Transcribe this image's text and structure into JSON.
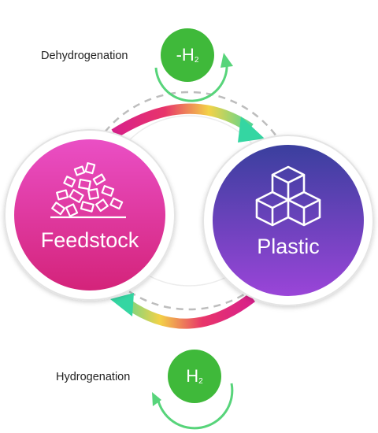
{
  "colors": {
    "feedstock_top": "#ea4fc5",
    "feedstock_bottom": "#d4237a",
    "plastic_top": "#3a3f9e",
    "plastic_bottom": "#9a45d8",
    "badge_green": "#3fb93a",
    "arrow_green": "#57d47a",
    "arrow_teal": "#34d6a2",
    "arrow_pink": "#e3256c",
    "arrow_yellow": "#f3d247"
  },
  "nodes": {
    "feedstock": {
      "label": "Feedstock",
      "icon": "debris-pile-icon"
    },
    "plastic": {
      "label": "Plastic",
      "icon": "stacked-cubes-icon"
    }
  },
  "processes": {
    "top": {
      "label": "Dehydrogenation",
      "badge_text": "-H",
      "badge_sub": "2"
    },
    "bottom": {
      "label": "Hydrogenation",
      "badge_text": "H",
      "badge_sub": "2"
    }
  }
}
